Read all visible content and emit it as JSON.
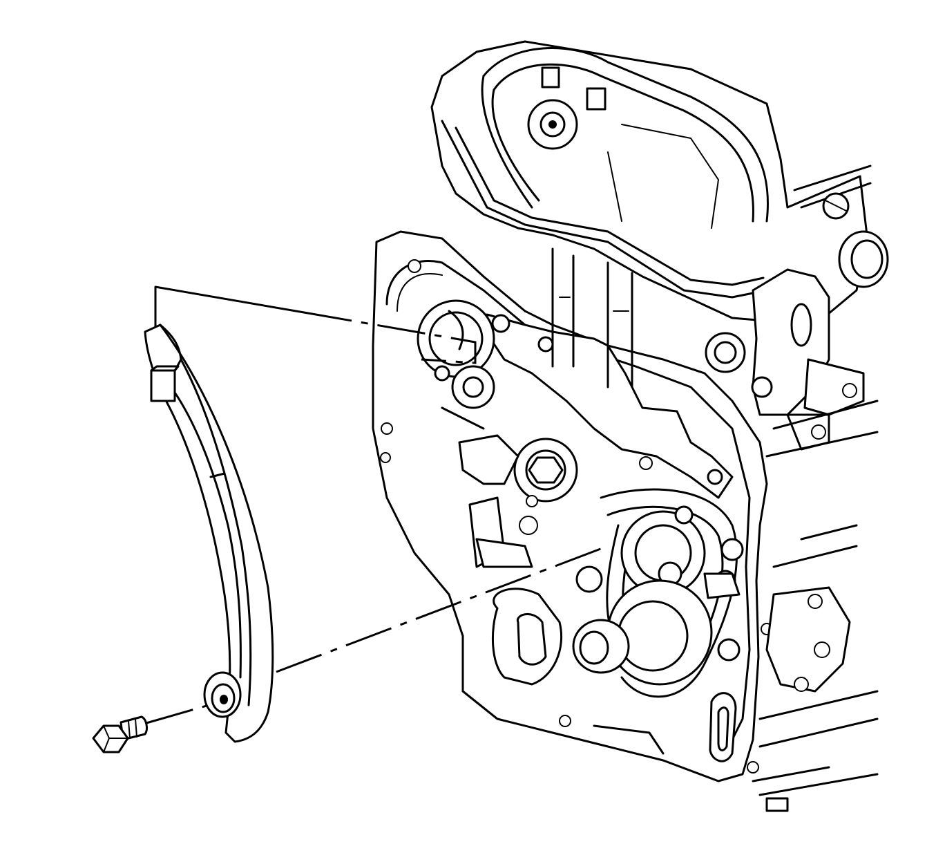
{
  "figure": {
    "caption": "",
    "parts": [
      "timing-chain-guide",
      "guide-bolt",
      "engine-block-front"
    ],
    "colors": {
      "line": "#000000",
      "background": "#ffffff"
    }
  }
}
